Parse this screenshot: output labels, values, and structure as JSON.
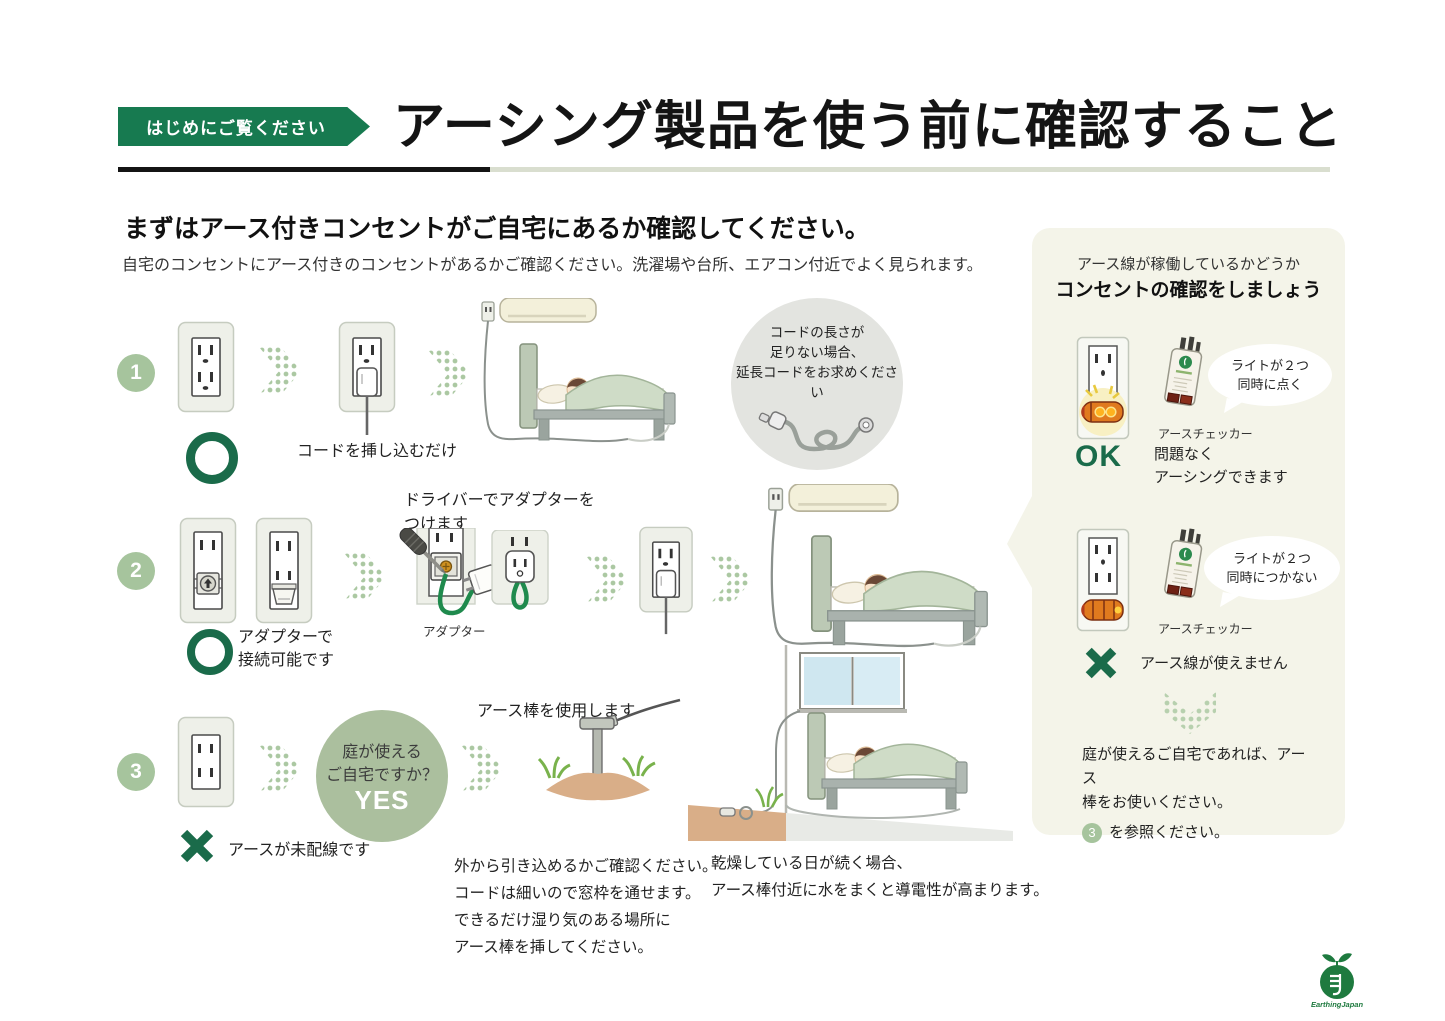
{
  "header": {
    "badge": "はじめにご覧ください",
    "title": "アーシング製品を使う前に確認すること"
  },
  "intro": {
    "heading": "まずはアース付きコンセントがご自宅にあるか確認してください。",
    "body": "自宅のコンセントにアース付きのコンセントがあるかご確認ください。洗濯場や台所、エアコン付近でよく見られます。"
  },
  "row1": {
    "number": "1",
    "caption": "コードを挿し込むだけ"
  },
  "extension_note": {
    "line1": "コードの長さが",
    "line2": "足りない場合、",
    "line3": "延長コードをお求めください"
  },
  "row2": {
    "number": "2",
    "heading_line1": "ドライバーでアダプターを",
    "heading_line2": "つけます",
    "ok_line1": "アダプターで",
    "ok_line2": "接続可能です",
    "adapter_label": "アダプター"
  },
  "row3": {
    "number": "3",
    "ng_text": "アースが未配線です",
    "question_line1": "庭が使える",
    "question_line2": "ご自宅ですか？",
    "yes": "YES",
    "heading": "アース棒を使用します"
  },
  "notes": {
    "left": [
      "外から引き込めるかご確認ください。",
      "コードは細いので窓枠を通せます。",
      "できるだけ湿り気のある場所に",
      "アース棒を挿してください。"
    ],
    "right": [
      "乾燥している日が続く場合、",
      "アース棒付近に水をまくと導電性が高まります。"
    ]
  },
  "sidebar": {
    "heading_line1": "アース線が稼働しているかどうか",
    "heading_line2": "コンセントの確認をしましょう",
    "ok": {
      "bubble_line1": "ライトが２つ",
      "bubble_line2": "同時に点く",
      "checker_label": "アースチェッカー",
      "verdict": "OK",
      "text_line1": "問題なく",
      "text_line2": "アーシングできます"
    },
    "ng": {
      "bubble_line1": "ライトが２つ",
      "bubble_line2": "同時につかない",
      "checker_label": "アースチェッカー",
      "text": "アース線が使えません"
    },
    "footer": {
      "line1": "庭が使えるご自宅であれば、アース",
      "line2": "棒をお使いください。",
      "ref_num": "3",
      "ref_text": "を参照ください。"
    }
  },
  "logo": {
    "text": "EarthingJapan"
  },
  "colors": {
    "badge_green": "#177a50",
    "accent_green_dark": "#1a6b4a",
    "number_circle_green": "#a6c49d",
    "chevron_dot_green": "#abc8a2",
    "sidebar_bg": "#f4f4e9",
    "checker_orange": "#e07a1e",
    "wire_green": "#1f8a4d",
    "logo_green": "#1e7a3f"
  }
}
